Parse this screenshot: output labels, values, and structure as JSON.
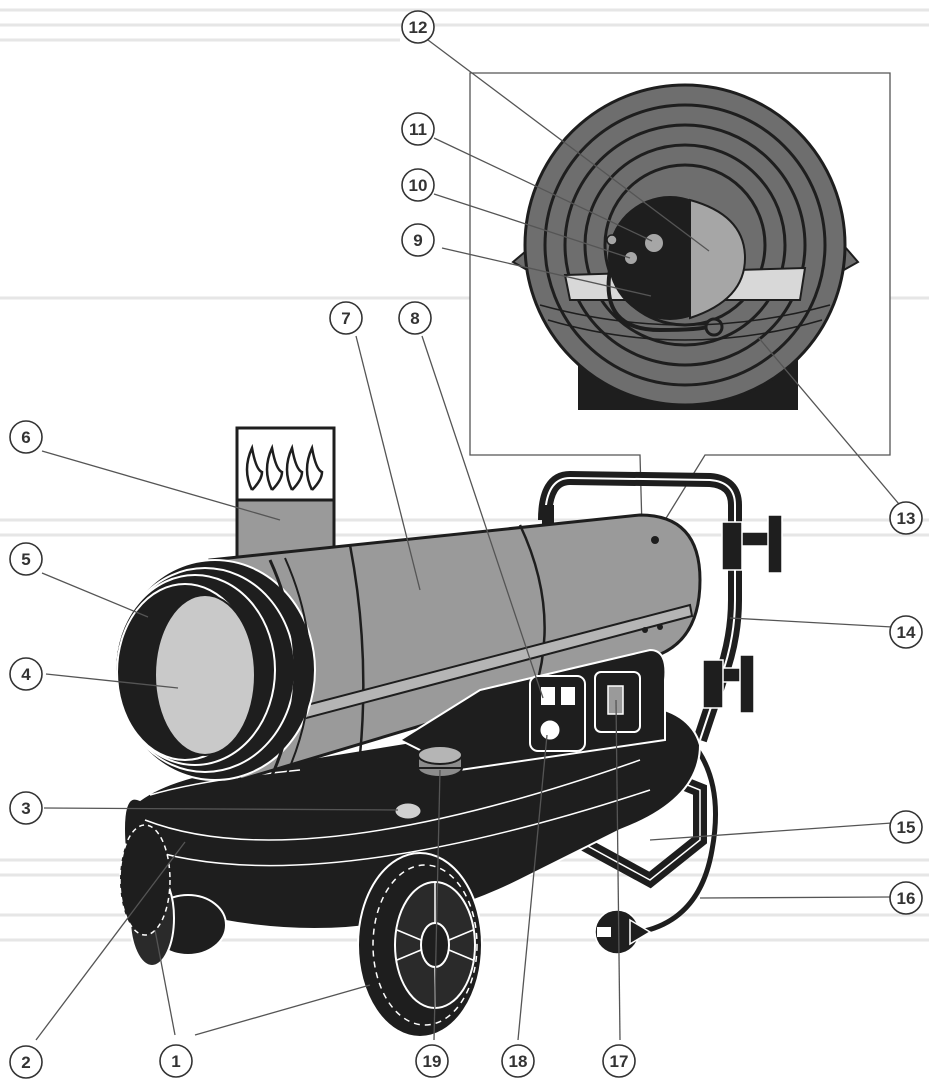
{
  "callouts": [
    {
      "label": "1"
    },
    {
      "label": "2"
    },
    {
      "label": "3"
    },
    {
      "label": "4"
    },
    {
      "label": "5"
    },
    {
      "label": "6"
    },
    {
      "label": "7"
    },
    {
      "label": "8"
    },
    {
      "label": "9"
    },
    {
      "label": "10"
    },
    {
      "label": "11"
    },
    {
      "label": "12"
    },
    {
      "label": "13"
    },
    {
      "label": "14"
    },
    {
      "label": "15"
    },
    {
      "label": "16"
    },
    {
      "label": "17"
    },
    {
      "label": "18"
    },
    {
      "label": "19"
    }
  ],
  "colors": {
    "body_dark": "#1e1e1e",
    "body_grey": "#8c8c8c",
    "tube_grey": "#9a9a9a",
    "tube_light": "#b5b5b5",
    "outline": "#ffffff",
    "lens": "#c9c9c9"
  }
}
